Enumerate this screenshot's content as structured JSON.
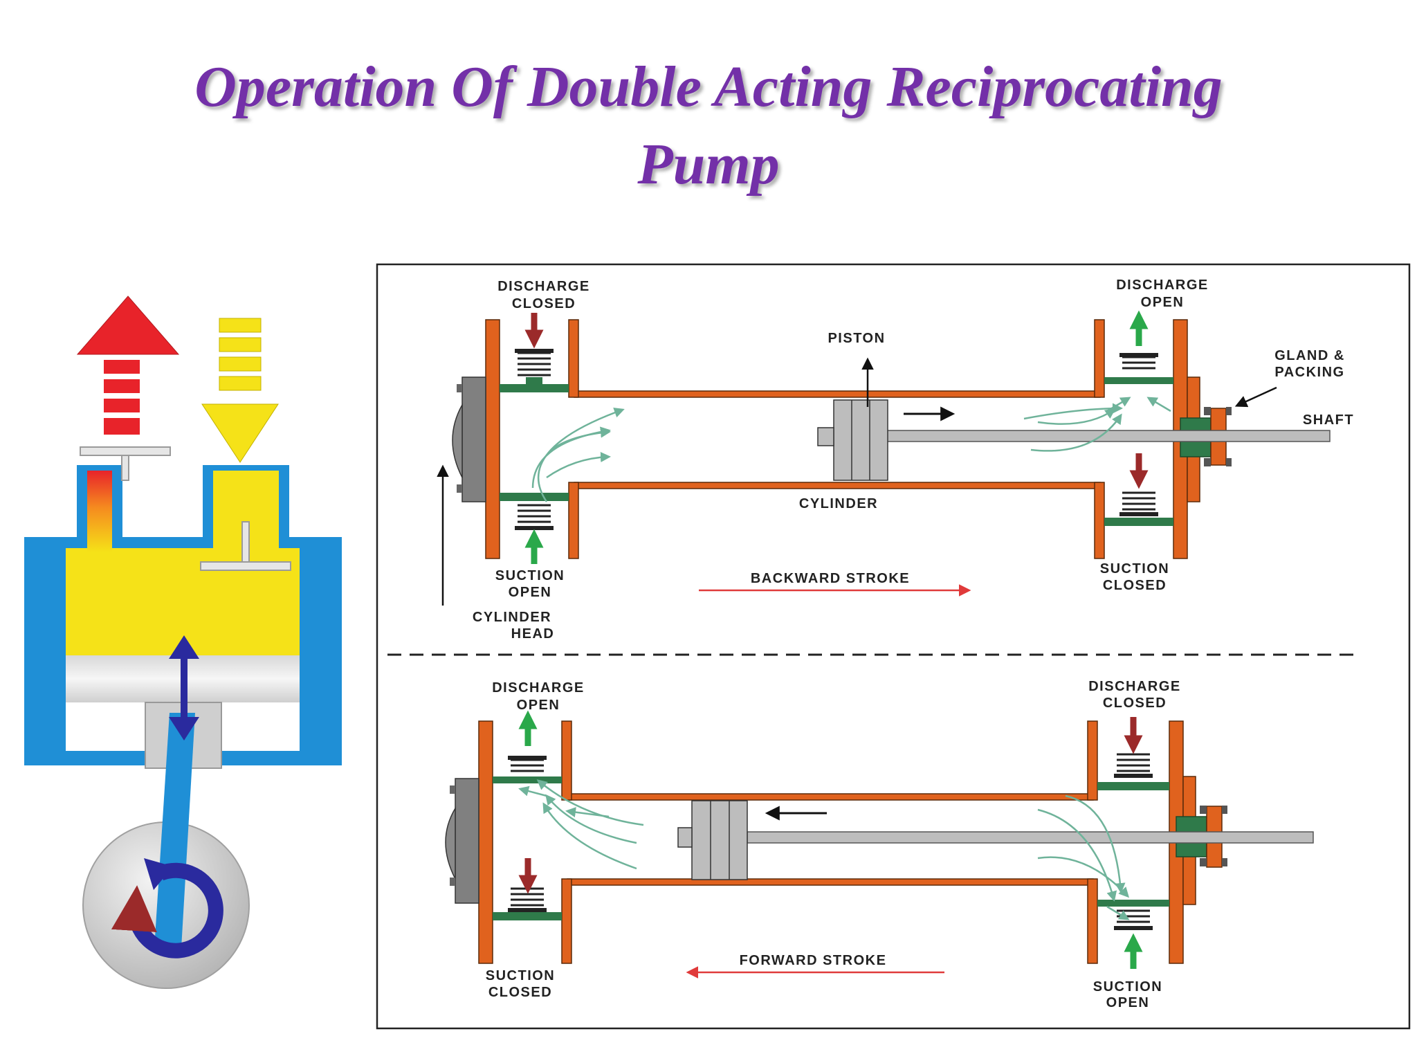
{
  "title": {
    "line1": "Operation Of Double Acting Reciprocating",
    "line2": "Pump"
  },
  "diagram": {
    "backward": {
      "discharge_left": [
        "DISCHARGE",
        "CLOSED"
      ],
      "suction_left": [
        "SUCTION",
        "OPEN"
      ],
      "discharge_right": [
        "DISCHARGE",
        "OPEN"
      ],
      "suction_right": [
        "SUCTION",
        "CLOSED"
      ],
      "piston": "PISTON",
      "cylinder": "CYLINDER",
      "gland": [
        "GLAND &",
        "PACKING"
      ],
      "shaft": "SHAFT",
      "cylinder_head": [
        "CYLINDER",
        "HEAD"
      ],
      "stroke": "BACKWARD   STROKE"
    },
    "forward": {
      "discharge_left": [
        "DISCHARGE",
        "OPEN"
      ],
      "suction_left": [
        "SUCTION",
        "CLOSED"
      ],
      "discharge_right": [
        "DISCHARGE",
        "CLOSED"
      ],
      "suction_right": [
        "SUCTION",
        "OPEN"
      ],
      "stroke": "FORWARD   STROKE"
    }
  },
  "colors": {
    "title": "#7330a8",
    "wall": "#e0621e",
    "piston": "#bdbdbd",
    "spring": "#222222",
    "valve_seat": "#2f7a4a",
    "flow_arrow": "#6fb39a",
    "open_arrow": "#2aa84a",
    "closed_arrow": "#9b2a2a",
    "stroke_arrow": "#e03a3a",
    "blue_body": "#1f8fd6",
    "yellow_fluid": "#f5e218",
    "red_arrow": "#e8232a",
    "motion_arrow": "#2a2a9e"
  }
}
